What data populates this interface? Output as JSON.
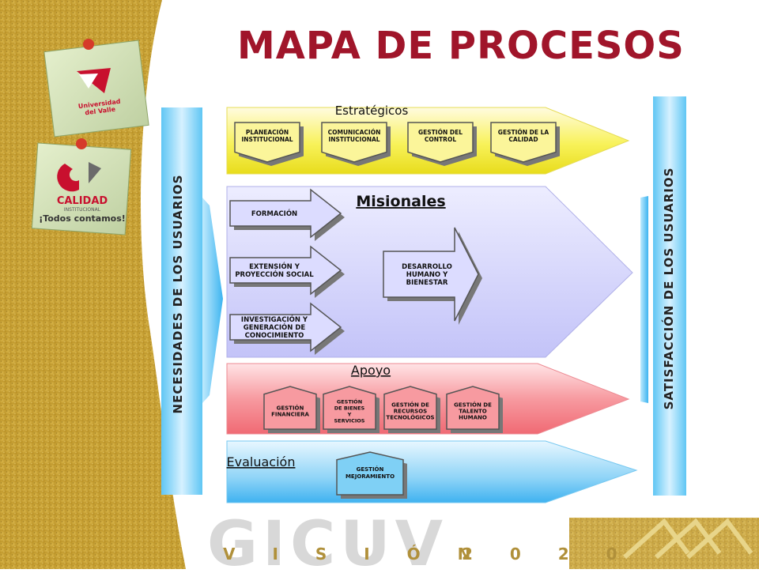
{
  "title": "MAPA DE PROCESOS",
  "colors": {
    "title": "#a0152a",
    "estrategicos": "#f4ee2c",
    "misionales": "#c9c9ff",
    "apoyo": "#f47e86",
    "evaluacion": "#3fb2f0",
    "usuarios_bar": "#7fd0f5"
  },
  "left_panel": {
    "logo_univalle": [
      "Universidad",
      "del Valle"
    ],
    "logo_calidad": [
      "CALIDAD",
      "INSTITUCIONAL",
      "¡Todos contamos!"
    ]
  },
  "left_bar": "NECESIDADES DE LOS USUARIOS",
  "right_bar": "SATISFACCIÓN DE LOS USUARIOS",
  "groups": {
    "estrategicos": {
      "label": "Estratégicos",
      "items": [
        [
          "PLANEACIÓN",
          "INSTITUCIONAL"
        ],
        [
          "COMUNICACIÓN",
          "INSTITUCIONAL"
        ],
        [
          "GESTIÓN DEL",
          "CONTROL"
        ],
        [
          "GESTIÓN DE LA",
          "CALIDAD"
        ]
      ]
    },
    "misionales": {
      "label": "Misionales",
      "items": [
        [
          "FORMACIÓN"
        ],
        [
          "EXTENSIÓN Y",
          "PROYECCIÓN SOCIAL"
        ],
        [
          "INVESTIGACIÓN Y",
          "GENERACIÓN DE",
          "CONOCIMIENTO"
        ]
      ],
      "central": [
        "DESARROLLO",
        "HUMANO Y",
        "BIENESTAR"
      ]
    },
    "apoyo": {
      "label": "Apoyo",
      "items": [
        [
          "GESTIÓN",
          "FINANCIERA"
        ],
        [
          "GESTIÓN",
          "DE BIENES",
          "Y",
          "SERVICIOS"
        ],
        [
          "GESTIÓN DE",
          "RECURSOS",
          "TECNOLÓGICOS"
        ],
        [
          "GESTIÓN DE",
          "TALENTO",
          "HUMANO"
        ]
      ]
    },
    "evaluacion": {
      "label": "Evaluación",
      "items": [
        [
          "GESTIÓN",
          "MEJORAMIENTO"
        ]
      ]
    }
  },
  "footer": {
    "brand": "GICUV",
    "vision": "V I S I Ó N",
    "year": "2 0 2 0"
  }
}
